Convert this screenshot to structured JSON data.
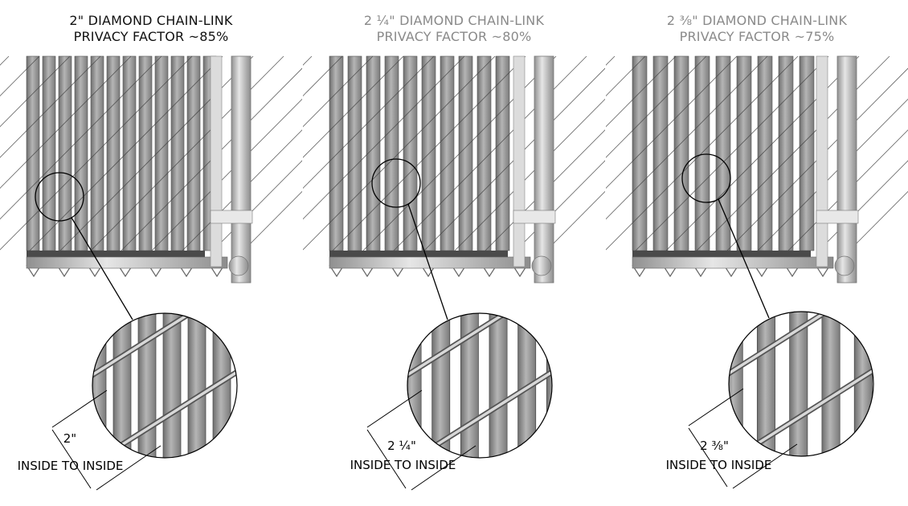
{
  "panels": [
    {
      "title_line1": "2\" DIAMOND CHAIN-LINK",
      "title_line2": "PRIVACY FACTOR ~85%",
      "dimension": "2\"",
      "dimension_note": "INSIDE TO INSIDE",
      "title_color": "#111111"
    },
    {
      "title_line1": "2 ¼\" DIAMOND CHAIN-LINK",
      "title_line2": "PRIVACY FACTOR ~80%",
      "dimension": "2 ¼\"",
      "dimension_note": "INSIDE TO INSIDE",
      "title_color": "#8a8a8a"
    },
    {
      "title_line1": "2 ⅜\" DIAMOND CHAIN-LINK",
      "title_line2": "PRIVACY FACTOR ~75%",
      "dimension": "2 ⅜\"",
      "dimension_note": "INSIDE TO INSIDE",
      "title_color": "#8a8a8a"
    }
  ]
}
